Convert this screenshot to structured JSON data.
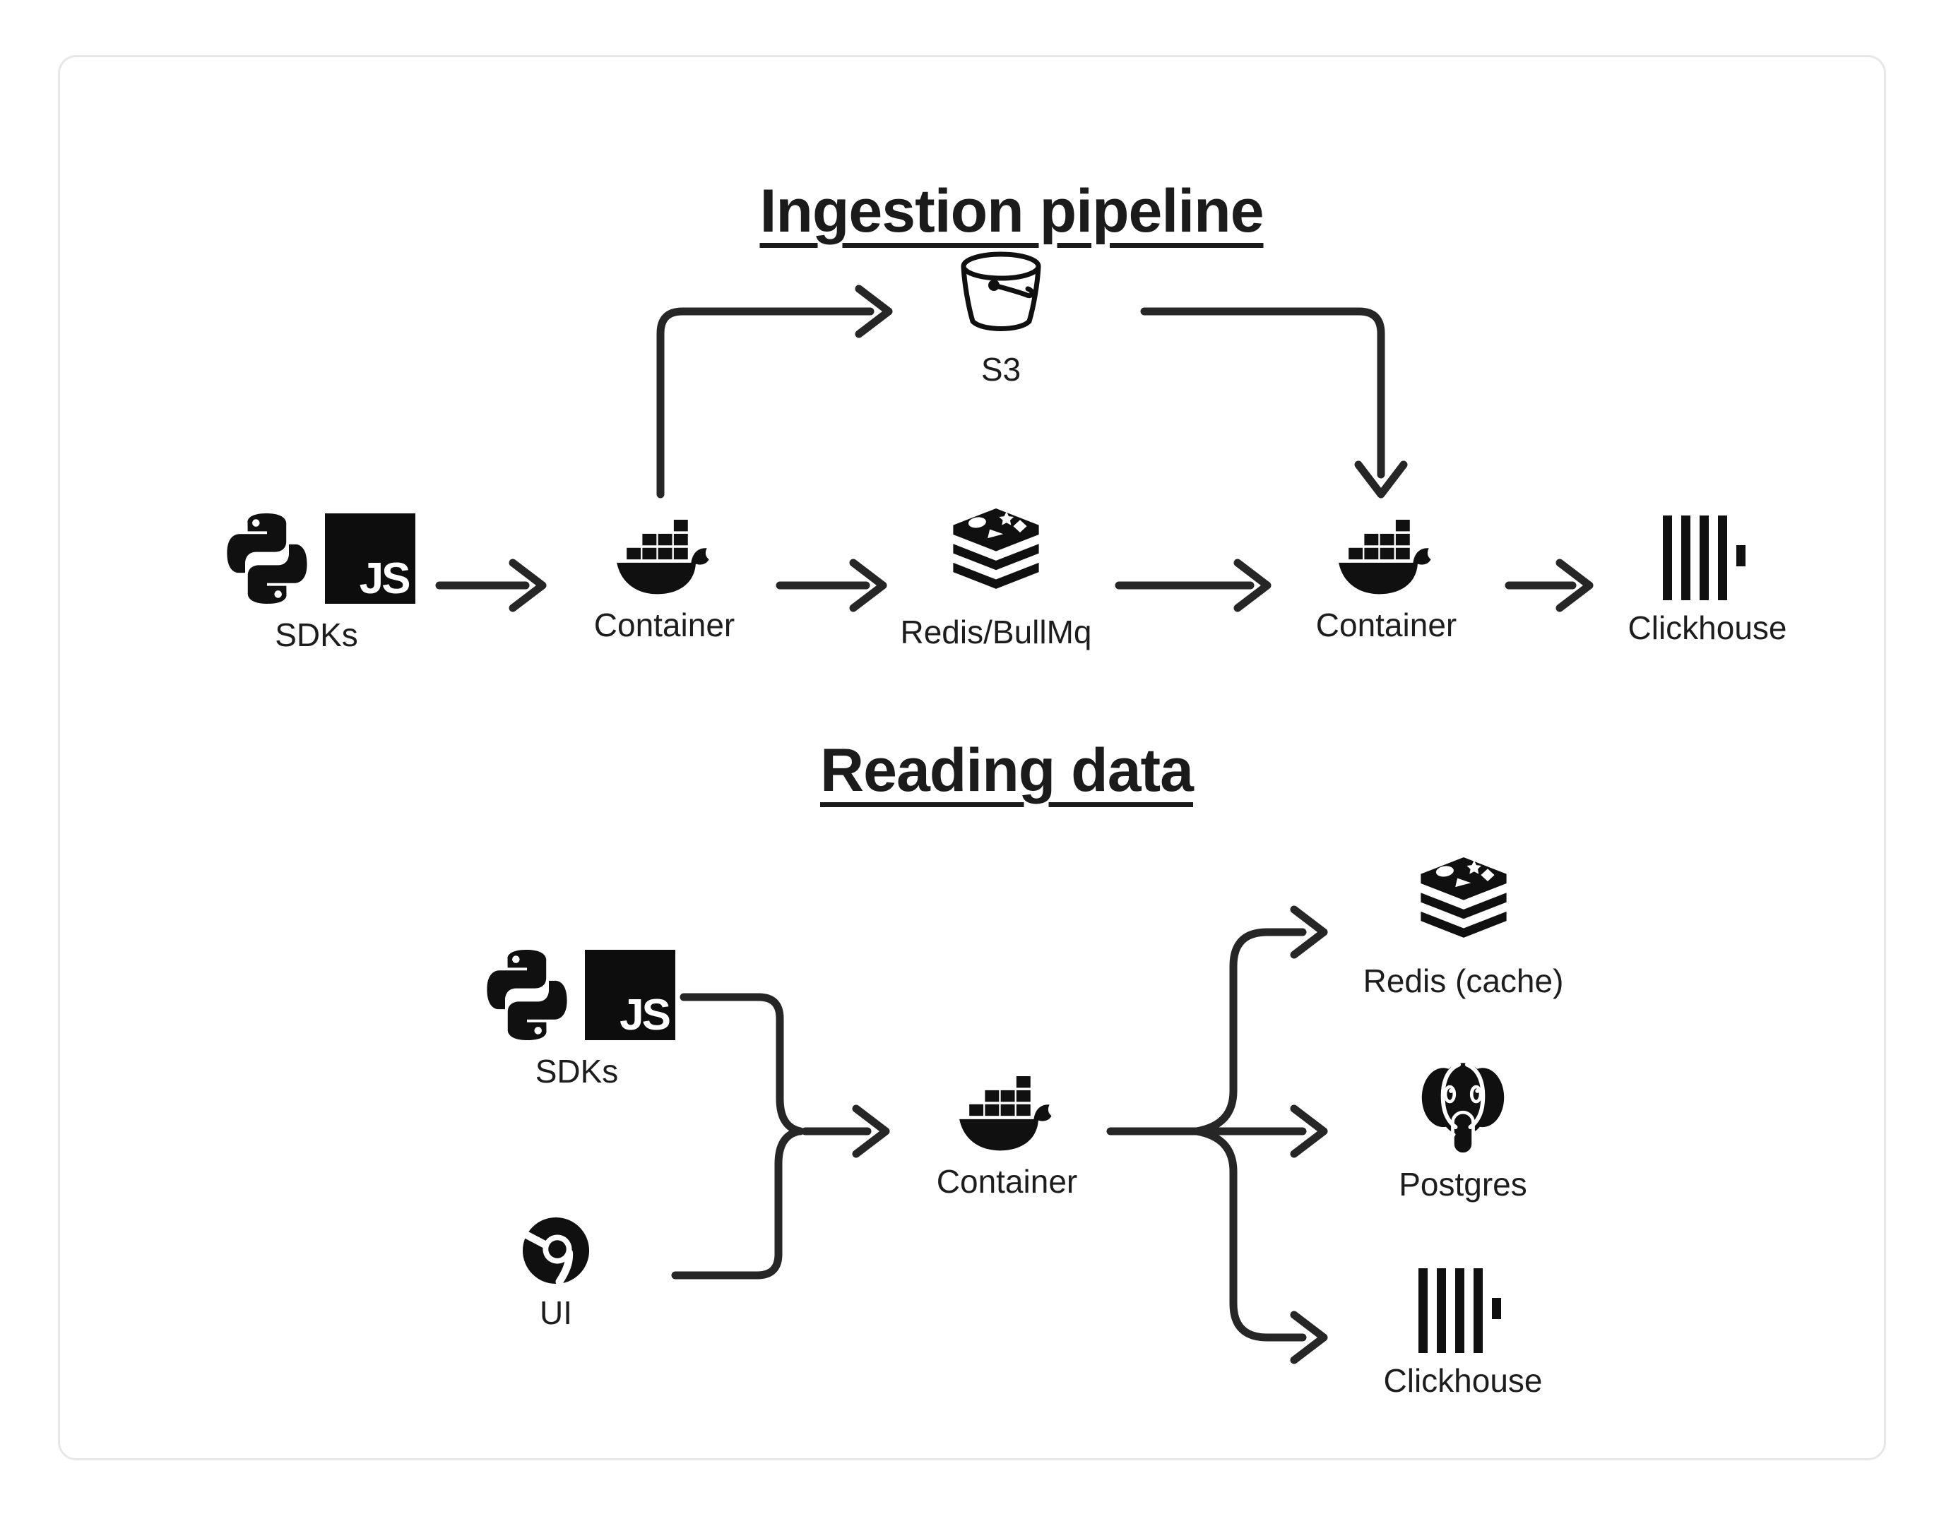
{
  "colors": {
    "ink": "#1d1d1d",
    "icon": "#101010",
    "line": "#262626",
    "card_border": "#e7e7e7",
    "card_background": "#ffffff",
    "page_background": "#ffffff"
  },
  "js_badge_text": "JS",
  "ingestion": {
    "title": "Ingestion pipeline",
    "nodes": {
      "sdks": {
        "label": "SDKs",
        "icons": [
          "python-icon",
          "javascript-icon"
        ]
      },
      "container_in": {
        "label": "Container",
        "icons": [
          "docker-icon"
        ]
      },
      "s3": {
        "label": "S3",
        "icons": [
          "s3-bucket-icon"
        ]
      },
      "redis": {
        "label": "Redis/BullMq",
        "icons": [
          "redis-icon"
        ]
      },
      "container_worker": {
        "label": "Container",
        "icons": [
          "docker-icon"
        ]
      },
      "clickhouse": {
        "label": "Clickhouse",
        "icons": [
          "clickhouse-icon"
        ]
      }
    },
    "flows": [
      "SDKs -> Container",
      "Container -> S3",
      "Container -> Redis/BullMq",
      "Redis/BullMq -> Container",
      "S3 -> Container",
      "Container -> Clickhouse"
    ]
  },
  "reading": {
    "title": "Reading data",
    "nodes": {
      "sdks": {
        "label": "SDKs",
        "icons": [
          "python-icon",
          "javascript-icon"
        ]
      },
      "ui": {
        "label": "UI",
        "icons": [
          "chrome-icon"
        ]
      },
      "container": {
        "label": "Container",
        "icons": [
          "docker-icon"
        ]
      },
      "redis_cache": {
        "label": "Redis (cache)",
        "icons": [
          "redis-icon"
        ]
      },
      "postgres": {
        "label": "Postgres",
        "icons": [
          "postgres-icon"
        ]
      },
      "clickhouse": {
        "label": "Clickhouse",
        "icons": [
          "clickhouse-icon"
        ]
      }
    },
    "flows": [
      "SDKs -> Container",
      "UI -> Container",
      "Container -> Redis (cache)",
      "Container -> Postgres",
      "Container -> Clickhouse"
    ]
  }
}
